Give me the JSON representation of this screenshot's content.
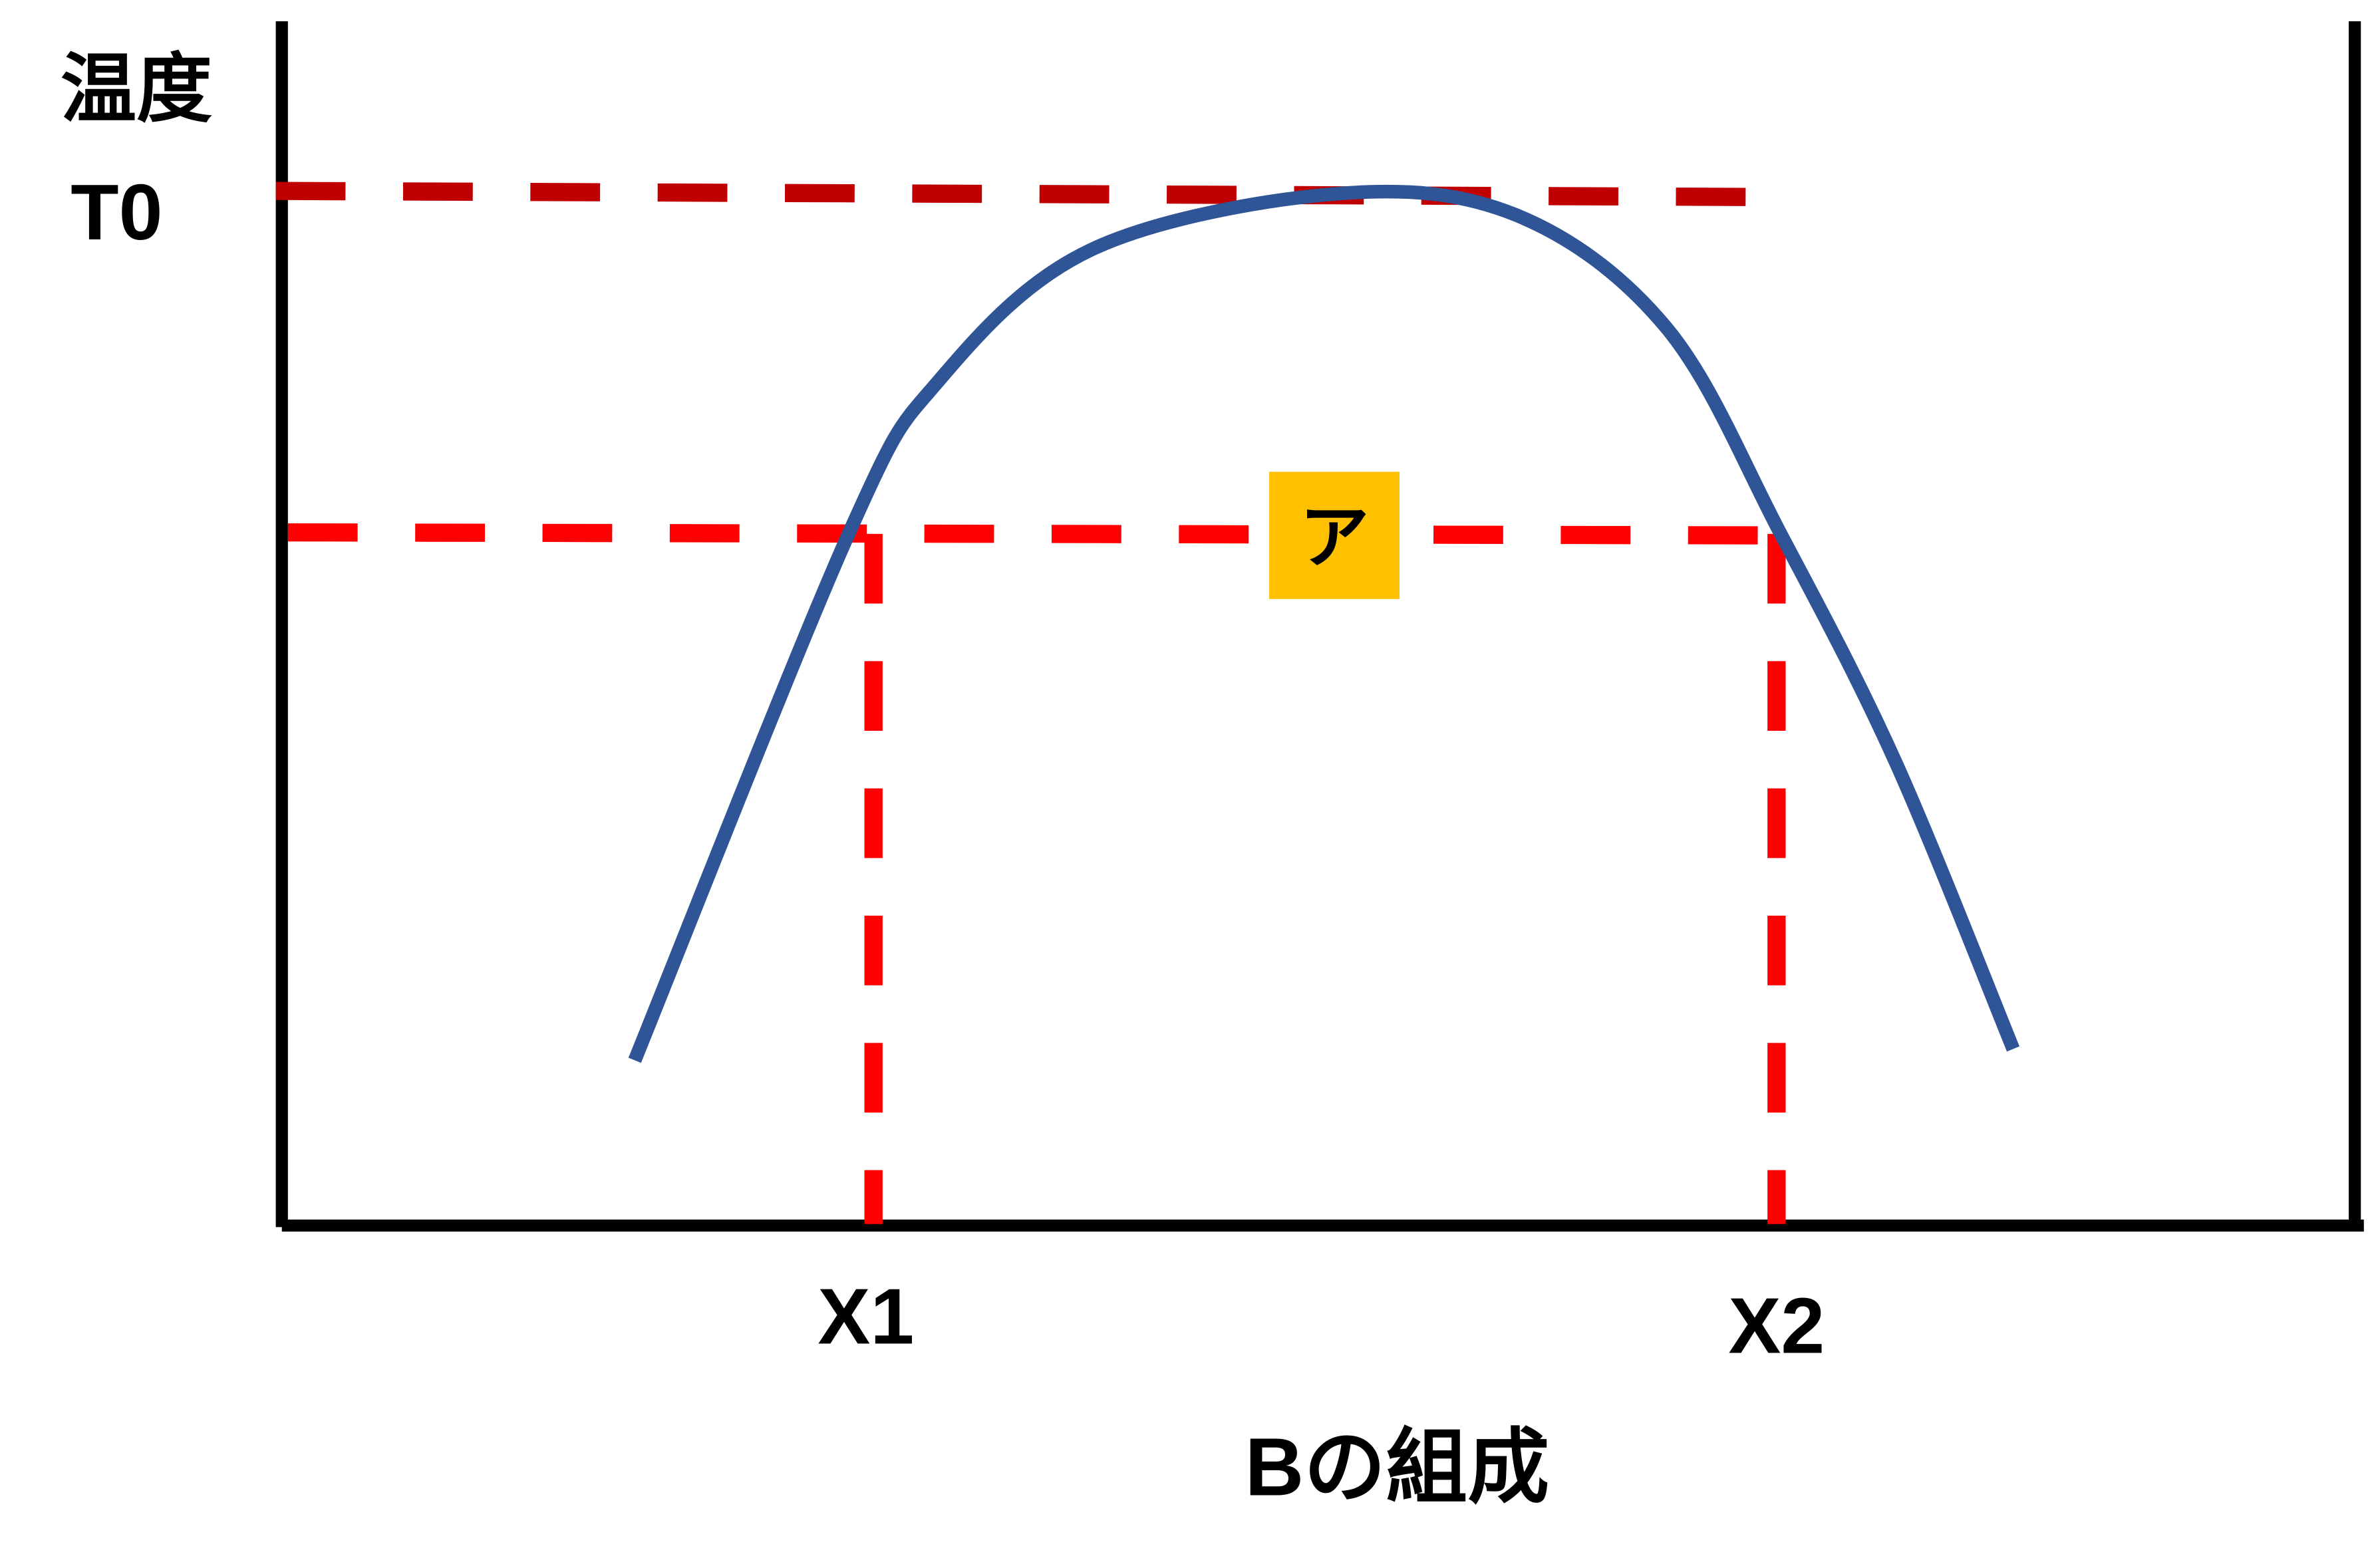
{
  "chart_data": {
    "type": "line",
    "title": "",
    "ylabel": "温度",
    "xlabel": "Bの組成",
    "xlim": [
      0,
      100
    ],
    "ylim": [
      0,
      100
    ],
    "grid": false,
    "y_marks": [
      {
        "label": "T0",
        "value": 100,
        "color": "#c00000"
      }
    ],
    "x_marks": [
      {
        "label": "X1",
        "value": 28.5
      },
      {
        "label": "X2",
        "value": 72
      }
    ],
    "level_line": {
      "value": 67,
      "color": "#ff0000"
    },
    "annotation": {
      "label": "ア",
      "x": 50.7,
      "y": 67,
      "background": "#ffc000"
    },
    "series": [
      {
        "name": "curve",
        "color": "#2f5597",
        "x": [
          17,
          27.3,
          31.7,
          39,
          50.7,
          59.4,
          66.7,
          72.2,
          77.7,
          83.4
        ],
        "y": [
          15.9,
          67,
          82,
          94.6,
          100,
          98,
          87,
          67,
          45,
          17
        ]
      }
    ]
  }
}
